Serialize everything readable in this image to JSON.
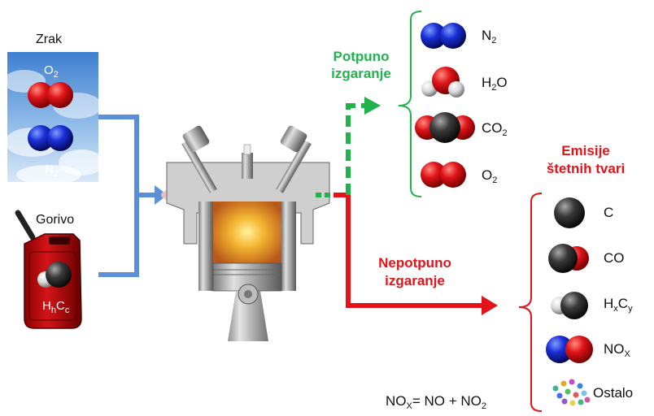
{
  "inputs": {
    "air": {
      "title": "Zrak",
      "o2": {
        "base": "O",
        "sub": "2"
      },
      "n2": {
        "base": "N",
        "sub": "2"
      }
    },
    "fuel": {
      "title": "Gorivo",
      "formula": {
        "p1": "H",
        "s1": "h",
        "p2": "C",
        "s2": "c"
      }
    }
  },
  "complete": {
    "title_line1": "Potpuno",
    "title_line2": "izgaranje",
    "products": [
      {
        "base": "N",
        "sub": "2",
        "icon": "n2-molecule-icon"
      },
      {
        "base": "H",
        "sub": "2",
        "rest": "O",
        "icon": "h2o-molecule-icon"
      },
      {
        "base": "CO",
        "sub": "2",
        "icon": "co2-molecule-icon"
      },
      {
        "base": "O",
        "sub": "2",
        "icon": "o2-molecule-icon"
      }
    ]
  },
  "incomplete": {
    "title_line1": "Nepotpuno",
    "title_line2": "izgaranje",
    "emissions_line1": "Emisije",
    "emissions_line2": "štetnih tvari",
    "products": [
      {
        "text": "C",
        "icon": "carbon-atom-icon"
      },
      {
        "text": "CO",
        "icon": "co-molecule-icon"
      },
      {
        "p1": "H",
        "s1": "x",
        "p2": "C",
        "s2": "y",
        "icon": "hydrocarbon-molecule-icon"
      },
      {
        "p1": "NO",
        "s1": "X",
        "icon": "nox-molecule-icon"
      },
      {
        "text": "Ostalo",
        "icon": "particles-icon"
      }
    ]
  },
  "equation": {
    "lhs": "NO",
    "lhs_sub": "X",
    "eq": "= NO + NO",
    "rhs_sub": "2"
  },
  "colors": {
    "input_arrow": "#5b8fd6",
    "complete": "#22b24c",
    "incomplete": "#e2141a",
    "oxygen": "#e0141a",
    "nitrogen": "#1a2fd6",
    "carbon": "#3a3a3a",
    "hydrogen": "#d8d8d8"
  }
}
